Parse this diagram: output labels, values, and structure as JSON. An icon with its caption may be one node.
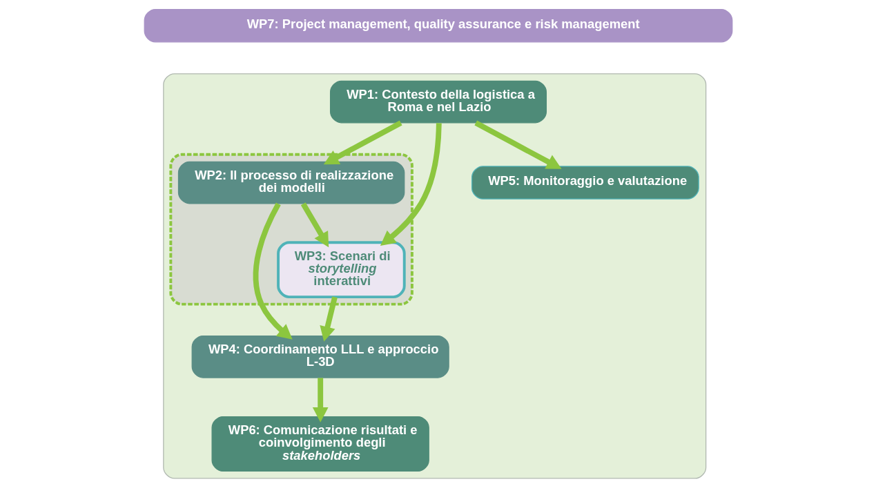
{
  "diagram": {
    "nodes": [
      {
        "text": [
          "WP7: Project management, quality assurance e risk management"
        ]
      },
      {
        "text": [],
        "shape": "box"
      },
      {
        "text": [
          "WP1: Contesto della logistica a Roma e nel Lazio"
        ],
        "in": 1
      },
      {
        "text": [],
        "shape": "ellipse",
        "in": 1
      },
      {
        "text": [
          "WP2: Il processo di realizzazione dei modelli"
        ],
        "in": 3
      },
      {
        "text": [
          "WP3: Scenari di *storytelling* interattivi"
        ],
        "in": 3
      },
      {
        "text": [
          "WP5: Monitoraggio e valutazione"
        ],
        "in": 1
      },
      {
        "text": [
          "WP4: Coordinamento LLL e approccio L-3D"
        ],
        "in": 1
      },
      {
        "text": [
          "WP6: Comunicazione risultati e coinvolgimento degli *stakeholders*"
        ],
        "in": 1
      }
    ],
    "edges": [
      {
        "from": 2,
        "to": 4,
        "arrow": "to"
      },
      {
        "from": 2,
        "to": 5,
        "arrow": "to"
      },
      {
        "from": 2,
        "to": 6,
        "arrow": "to"
      },
      {
        "from": 4,
        "to": 5,
        "arrow": "to"
      },
      {
        "from": 4,
        "to": 7,
        "arrow": "to"
      },
      {
        "from": 5,
        "to": 7,
        "arrow": "to"
      },
      {
        "from": 7,
        "to": 8,
        "arrow": "to"
      }
    ]
  }
}
